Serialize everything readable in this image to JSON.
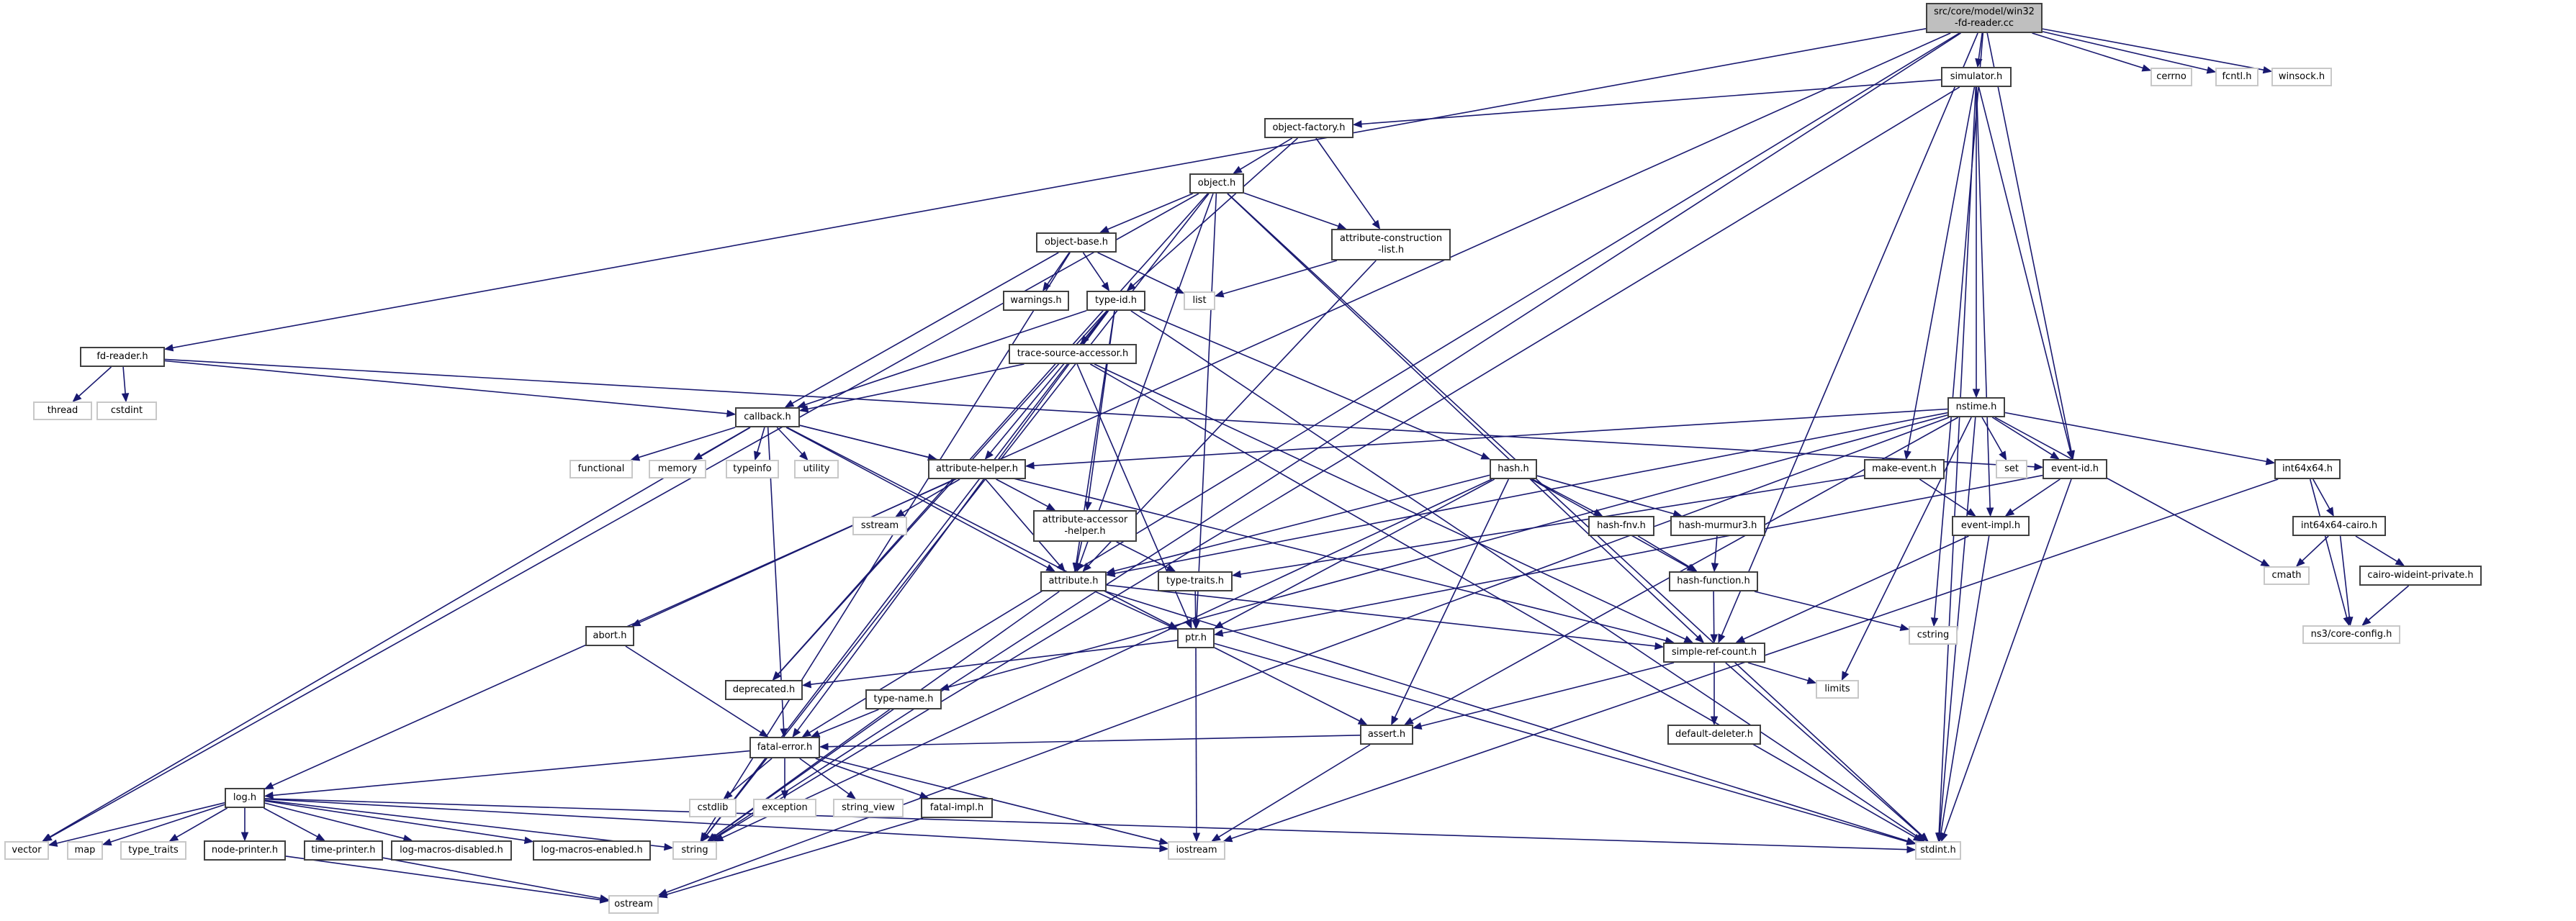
{
  "title": "src/core/model/win32-fd-reader.cc include dependency graph",
  "colors": {
    "edge": "#191970",
    "node_border": "#404040",
    "external_border": "#c8c8c8",
    "root_fill": "#bfbfbf"
  },
  "nodes": [
    {
      "id": "root",
      "label": "src/core/model/win32\n-fd-reader.cc",
      "kind": "root"
    },
    {
      "id": "simulator",
      "label": "simulator.h",
      "kind": "local"
    },
    {
      "id": "cerrno",
      "label": "cerrno",
      "kind": "ext"
    },
    {
      "id": "fcntl",
      "label": "fcntl.h",
      "kind": "ext"
    },
    {
      "id": "winsock",
      "label": "winsock.h",
      "kind": "ext"
    },
    {
      "id": "object_factory",
      "label": "object-factory.h",
      "kind": "local"
    },
    {
      "id": "object",
      "label": "object.h",
      "kind": "local"
    },
    {
      "id": "object_base",
      "label": "object-base.h",
      "kind": "local"
    },
    {
      "id": "attr_constr",
      "label": "attribute-construction\n-list.h",
      "kind": "local"
    },
    {
      "id": "warnings",
      "label": "warnings.h",
      "kind": "local"
    },
    {
      "id": "type_id",
      "label": "type-id.h",
      "kind": "local"
    },
    {
      "id": "list",
      "label": "list",
      "kind": "ext"
    },
    {
      "id": "fd_reader",
      "label": "fd-reader.h",
      "kind": "local"
    },
    {
      "id": "thread",
      "label": "thread",
      "kind": "ext"
    },
    {
      "id": "cstdint",
      "label": "cstdint",
      "kind": "ext"
    },
    {
      "id": "trace_src",
      "label": "trace-source-accessor.h",
      "kind": "local"
    },
    {
      "id": "callback",
      "label": "callback.h",
      "kind": "local"
    },
    {
      "id": "nstime",
      "label": "nstime.h",
      "kind": "local"
    },
    {
      "id": "functional",
      "label": "functional",
      "kind": "ext"
    },
    {
      "id": "memory",
      "label": "memory",
      "kind": "ext"
    },
    {
      "id": "typeinfo",
      "label": "typeinfo",
      "kind": "ext"
    },
    {
      "id": "utility",
      "label": "utility",
      "kind": "ext"
    },
    {
      "id": "attr_helper",
      "label": "attribute-helper.h",
      "kind": "local"
    },
    {
      "id": "hash",
      "label": "hash.h",
      "kind": "local"
    },
    {
      "id": "make_event",
      "label": "make-event.h",
      "kind": "local"
    },
    {
      "id": "set",
      "label": "set",
      "kind": "ext"
    },
    {
      "id": "event_id",
      "label": "event-id.h",
      "kind": "local"
    },
    {
      "id": "int64x64",
      "label": "int64x64.h",
      "kind": "local"
    },
    {
      "id": "sstream",
      "label": "sstream",
      "kind": "ext"
    },
    {
      "id": "attr_acc_helper",
      "label": "attribute-accessor\n-helper.h",
      "kind": "local"
    },
    {
      "id": "hash_fnv",
      "label": "hash-fnv.h",
      "kind": "local"
    },
    {
      "id": "hash_murmur3",
      "label": "hash-murmur3.h",
      "kind": "local"
    },
    {
      "id": "event_impl",
      "label": "event-impl.h",
      "kind": "local"
    },
    {
      "id": "int64x64_cairo",
      "label": "int64x64-cairo.h",
      "kind": "local"
    },
    {
      "id": "attribute",
      "label": "attribute.h",
      "kind": "local"
    },
    {
      "id": "type_traits_h",
      "label": "type-traits.h",
      "kind": "local"
    },
    {
      "id": "hash_function",
      "label": "hash-function.h",
      "kind": "local"
    },
    {
      "id": "cmath",
      "label": "cmath",
      "kind": "ext"
    },
    {
      "id": "cairo_wideint",
      "label": "cairo-wideint-private.h",
      "kind": "local"
    },
    {
      "id": "abort",
      "label": "abort.h",
      "kind": "local"
    },
    {
      "id": "ptr",
      "label": "ptr.h",
      "kind": "local"
    },
    {
      "id": "simple_ref",
      "label": "simple-ref-count.h",
      "kind": "local"
    },
    {
      "id": "cstring",
      "label": "cstring",
      "kind": "ext"
    },
    {
      "id": "core_config",
      "label": "ns3/core-config.h",
      "kind": "ext"
    },
    {
      "id": "limits",
      "label": "limits",
      "kind": "ext"
    },
    {
      "id": "deprecated",
      "label": "deprecated.h",
      "kind": "local"
    },
    {
      "id": "type_name",
      "label": "type-name.h",
      "kind": "local"
    },
    {
      "id": "assert",
      "label": "assert.h",
      "kind": "local"
    },
    {
      "id": "default_deleter",
      "label": "default-deleter.h",
      "kind": "local"
    },
    {
      "id": "fatal_error",
      "label": "fatal-error.h",
      "kind": "local"
    },
    {
      "id": "cstdlib",
      "label": "cstdlib",
      "kind": "ext"
    },
    {
      "id": "exception",
      "label": "exception",
      "kind": "ext"
    },
    {
      "id": "string_view",
      "label": "string_view",
      "kind": "ext"
    },
    {
      "id": "fatal_impl",
      "label": "fatal-impl.h",
      "kind": "local"
    },
    {
      "id": "log",
      "label": "log.h",
      "kind": "local"
    },
    {
      "id": "vector",
      "label": "vector",
      "kind": "ext"
    },
    {
      "id": "map",
      "label": "map",
      "kind": "ext"
    },
    {
      "id": "type_traits",
      "label": "type_traits",
      "kind": "ext"
    },
    {
      "id": "node_printer",
      "label": "node-printer.h",
      "kind": "local"
    },
    {
      "id": "time_printer",
      "label": "time-printer.h",
      "kind": "local"
    },
    {
      "id": "log_macros_dis",
      "label": "log-macros-disabled.h",
      "kind": "local"
    },
    {
      "id": "log_macros_en",
      "label": "log-macros-enabled.h",
      "kind": "local"
    },
    {
      "id": "string",
      "label": "string",
      "kind": "ext"
    },
    {
      "id": "iostream",
      "label": "iostream",
      "kind": "ext"
    },
    {
      "id": "stdint",
      "label": "stdint.h",
      "kind": "ext"
    },
    {
      "id": "ostream",
      "label": "ostream",
      "kind": "ext"
    }
  ],
  "edges": [
    [
      "root",
      "simulator"
    ],
    [
      "root",
      "cerrno"
    ],
    [
      "root",
      "fcntl"
    ],
    [
      "root",
      "winsock"
    ],
    [
      "root",
      "fd_reader"
    ],
    [
      "root",
      "log"
    ],
    [
      "root",
      "fatal_error"
    ],
    [
      "root",
      "simple_ref"
    ],
    [
      "root",
      "cstring"
    ],
    [
      "root",
      "event_id"
    ],
    [
      "root",
      "string"
    ],
    [
      "simulator",
      "object_factory"
    ],
    [
      "simulator",
      "nstime"
    ],
    [
      "simulator",
      "make_event"
    ],
    [
      "simulator",
      "event_id"
    ],
    [
      "simulator",
      "event_impl"
    ],
    [
      "simulator",
      "stdint"
    ],
    [
      "simulator",
      "string"
    ],
    [
      "object_factory",
      "object"
    ],
    [
      "object_factory",
      "attr_constr"
    ],
    [
      "object_factory",
      "type_id"
    ],
    [
      "object",
      "object_base"
    ],
    [
      "object",
      "attr_constr"
    ],
    [
      "object",
      "attribute"
    ],
    [
      "object",
      "ptr"
    ],
    [
      "object",
      "simple_ref"
    ],
    [
      "object",
      "vector"
    ],
    [
      "object",
      "string"
    ],
    [
      "object",
      "stdint"
    ],
    [
      "object",
      "deprecated"
    ],
    [
      "object_base",
      "warnings"
    ],
    [
      "object_base",
      "type_id"
    ],
    [
      "object_base",
      "list"
    ],
    [
      "object_base",
      "callback"
    ],
    [
      "object_base",
      "string"
    ],
    [
      "attr_constr",
      "list"
    ],
    [
      "attr_constr",
      "attribute"
    ],
    [
      "type_id",
      "trace_src"
    ],
    [
      "type_id",
      "callback"
    ],
    [
      "type_id",
      "attr_helper"
    ],
    [
      "type_id",
      "attr_acc_helper"
    ],
    [
      "type_id",
      "attribute"
    ],
    [
      "type_id",
      "hash"
    ],
    [
      "type_id",
      "stdint"
    ],
    [
      "type_id",
      "string"
    ],
    [
      "type_id",
      "fatal_error"
    ],
    [
      "type_id",
      "deprecated"
    ],
    [
      "fd_reader",
      "thread"
    ],
    [
      "fd_reader",
      "cstdint"
    ],
    [
      "fd_reader",
      "callback"
    ],
    [
      "fd_reader",
      "event_id"
    ],
    [
      "trace_src",
      "callback"
    ],
    [
      "trace_src",
      "ptr"
    ],
    [
      "trace_src",
      "simple_ref"
    ],
    [
      "trace_src",
      "stdint"
    ],
    [
      "callback",
      "functional"
    ],
    [
      "callback",
      "memory"
    ],
    [
      "callback",
      "typeinfo"
    ],
    [
      "callback",
      "utility"
    ],
    [
      "callback",
      "attr_helper"
    ],
    [
      "callback",
      "attribute"
    ],
    [
      "callback",
      "ptr"
    ],
    [
      "callback",
      "simple_ref"
    ],
    [
      "callback",
      "fatal_error"
    ],
    [
      "callback",
      "vector"
    ],
    [
      "nstime",
      "set"
    ],
    [
      "nstime",
      "event_id"
    ],
    [
      "nstime",
      "int64x64"
    ],
    [
      "nstime",
      "attribute"
    ],
    [
      "nstime",
      "attr_helper"
    ],
    [
      "nstime",
      "assert"
    ],
    [
      "nstime",
      "type_name"
    ],
    [
      "nstime",
      "limits"
    ],
    [
      "nstime",
      "cmath"
    ],
    [
      "nstime",
      "stdint"
    ],
    [
      "nstime",
      "ostream"
    ],
    [
      "attr_helper",
      "sstream"
    ],
    [
      "attr_helper",
      "attr_acc_helper"
    ],
    [
      "attr_helper",
      "attribute"
    ],
    [
      "attr_helper",
      "abort"
    ],
    [
      "hash",
      "hash_fnv"
    ],
    [
      "hash",
      "hash_murmur3"
    ],
    [
      "hash",
      "hash_function"
    ],
    [
      "hash",
      "assert"
    ],
    [
      "hash",
      "ptr"
    ],
    [
      "hash",
      "attribute"
    ],
    [
      "hash",
      "string"
    ],
    [
      "make_event",
      "event_impl"
    ],
    [
      "make_event",
      "type_traits_h"
    ],
    [
      "event_id",
      "event_impl"
    ],
    [
      "event_id",
      "ptr"
    ],
    [
      "event_id",
      "stdint"
    ],
    [
      "int64x64",
      "int64x64_cairo"
    ],
    [
      "int64x64",
      "core_config"
    ],
    [
      "int64x64",
      "iostream"
    ],
    [
      "attr_acc_helper",
      "attribute"
    ],
    [
      "attr_acc_helper",
      "type_traits_h"
    ],
    [
      "hash_fnv",
      "hash_function"
    ],
    [
      "hash_murmur3",
      "hash_function"
    ],
    [
      "event_impl",
      "simple_ref"
    ],
    [
      "event_impl",
      "stdint"
    ],
    [
      "int64x64_cairo",
      "cmath"
    ],
    [
      "int64x64_cairo",
      "cairo_wideint"
    ],
    [
      "int64x64_cairo",
      "core_config"
    ],
    [
      "attribute",
      "ptr"
    ],
    [
      "attribute",
      "simple_ref"
    ],
    [
      "attribute",
      "string"
    ],
    [
      "attribute",
      "stdint"
    ],
    [
      "type_traits_h",
      "ptr"
    ],
    [
      "hash_function",
      "simple_ref"
    ],
    [
      "hash_function",
      "cstring"
    ],
    [
      "cairo_wideint",
      "core_config"
    ],
    [
      "abort",
      "fatal_error"
    ],
    [
      "ptr",
      "assert"
    ],
    [
      "ptr",
      "deprecated"
    ],
    [
      "ptr",
      "iostream"
    ],
    [
      "ptr",
      "stdint"
    ],
    [
      "simple_ref",
      "default_deleter"
    ],
    [
      "simple_ref",
      "assert"
    ],
    [
      "simple_ref",
      "limits"
    ],
    [
      "simple_ref",
      "stdint"
    ],
    [
      "type_name",
      "fatal_error"
    ],
    [
      "type_name",
      "string"
    ],
    [
      "assert",
      "fatal_error"
    ],
    [
      "assert",
      "iostream"
    ],
    [
      "fatal_error",
      "cstdlib"
    ],
    [
      "fatal_error",
      "exception"
    ],
    [
      "fatal_error",
      "string_view"
    ],
    [
      "fatal_error",
      "fatal_impl"
    ],
    [
      "fatal_error",
      "log"
    ],
    [
      "fatal_error",
      "iostream"
    ],
    [
      "fatal_impl",
      "ostream"
    ],
    [
      "log",
      "vector"
    ],
    [
      "log",
      "map"
    ],
    [
      "log",
      "type_traits"
    ],
    [
      "log",
      "node_printer"
    ],
    [
      "log",
      "time_printer"
    ],
    [
      "log",
      "log_macros_dis"
    ],
    [
      "log",
      "log_macros_en"
    ],
    [
      "log",
      "string"
    ],
    [
      "log",
      "iostream"
    ],
    [
      "log",
      "stdint"
    ],
    [
      "node_printer",
      "ostream"
    ],
    [
      "time_printer",
      "ostream"
    ]
  ]
}
